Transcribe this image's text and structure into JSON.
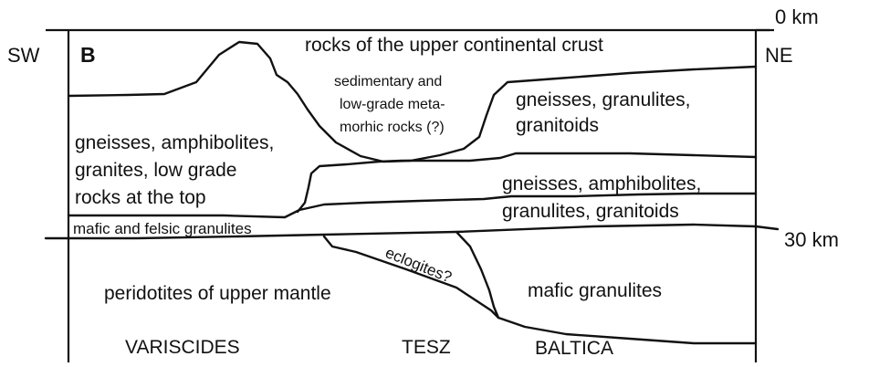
{
  "panel_letter": "B",
  "orientation": {
    "left": "SW",
    "right": "NE"
  },
  "depth_ticks": [
    "0 km",
    "30 km"
  ],
  "units": [
    {
      "id": "upper-crust",
      "label": "rocks of the upper continental crust"
    },
    {
      "id": "basin-fill",
      "lines": [
        "sedimentary and",
        "low-grade meta-",
        "morhic rocks (?)"
      ]
    },
    {
      "id": "ne-upper",
      "lines": [
        "gneisses, granulites,",
        "granitoids"
      ]
    },
    {
      "id": "sw-middle",
      "lines": [
        "gneisses, amphibolites,",
        "granites, low grade",
        "rocks at the top"
      ]
    },
    {
      "id": "ne-middle",
      "lines": [
        "gneisses, amphibolites,",
        "granulites, granitoids"
      ]
    },
    {
      "id": "sw-lower",
      "label": "mafic and felsic granulites"
    },
    {
      "id": "eclogites",
      "label": "eclogites?"
    },
    {
      "id": "mantle",
      "label": "peridotites of upper mantle"
    },
    {
      "id": "ne-lower",
      "label": "mafic granulites"
    }
  ],
  "regions": [
    "VARISCIDES",
    "TESZ",
    "BALTICA"
  ]
}
